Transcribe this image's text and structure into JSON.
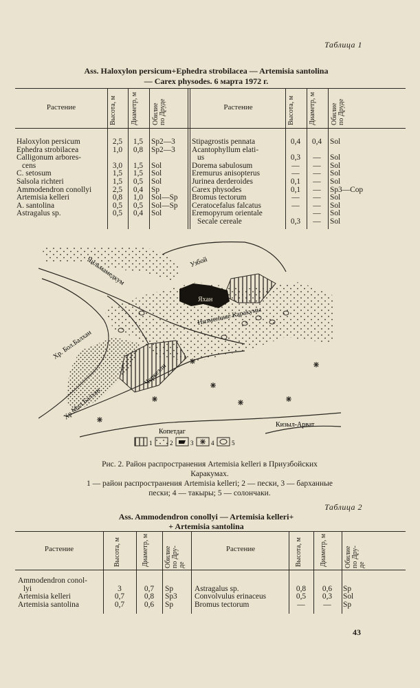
{
  "table1": {
    "label": "Таблица 1",
    "title_line1": "Ass. Haloxylon persicum+Ephedra strobilacea — Artemisia santolina",
    "title_line2": "— Carex physodes. 6 марта 1972 г.",
    "headers": {
      "plant": "Растение",
      "height": [
        "Высота,",
        "м"
      ],
      "diameter": [
        "Диаметр,",
        "м"
      ],
      "abundance": [
        "Обилие",
        "по Друде"
      ]
    },
    "left_rows": [
      {
        "plant": "Haloxylon persicum",
        "h": "2,5",
        "d": "1,5",
        "a": "Sp2—3"
      },
      {
        "plant": "Ephedra strobilacea",
        "h": "1,0",
        "d": "0,8",
        "a": "Sp2—3"
      },
      {
        "plant": "Calligonum arbores-",
        "h": "",
        "d": "",
        "a": ""
      },
      {
        "plant": "cens",
        "h": "3,0",
        "d": "1,5",
        "a": "Sol",
        "indent": true
      },
      {
        "plant": "C. setosum",
        "h": "1,5",
        "d": "1,5",
        "a": "Sol"
      },
      {
        "plant": "Salsola richteri",
        "h": "1,5",
        "d": "0,5",
        "a": "Sol"
      },
      {
        "plant": "Ammodendron conollyi",
        "h": "2,5",
        "d": "0,4",
        "a": "Sp"
      },
      {
        "plant": "Artemisia kelleri",
        "h": "0,8",
        "d": "1,0",
        "a": "Sol—Sp"
      },
      {
        "plant": "A. santolina",
        "h": "0,5",
        "d": "0,5",
        "a": "Sol—Sp"
      },
      {
        "plant": "Astragalus sp.",
        "h": "0,5",
        "d": "0,4",
        "a": "Sol"
      }
    ],
    "right_rows": [
      {
        "plant": "Stipagrostis pennata",
        "h": "0,4",
        "d": "0,4",
        "a": "Sol"
      },
      {
        "plant": "Acantophyllum elati-",
        "h": "",
        "d": "",
        "a": ""
      },
      {
        "plant": "us",
        "h": "0,3",
        "d": "—",
        "a": "Sol",
        "indent": true
      },
      {
        "plant": "Dorema sabulosum",
        "h": "—",
        "d": "—",
        "a": "Sol"
      },
      {
        "plant": "Eremurus anisopterus",
        "h": "—",
        "d": "—",
        "a": "Sol"
      },
      {
        "plant": "Jurinea derderoides",
        "h": "0,1",
        "d": "—",
        "a": "Sol"
      },
      {
        "plant": "Carex physodes",
        "h": "0,1",
        "d": "—",
        "a": "Sp3—Cop"
      },
      {
        "plant": "Bromus tectorum",
        "h": "—",
        "d": "—",
        "a": "Sol"
      },
      {
        "plant": "Ceratocefalus falcatus",
        "h": "—",
        "d": "—",
        "a": "Sol"
      },
      {
        "plant": "Eremopyrum orientale",
        "h": "",
        "d": "—",
        "a": "Sol"
      },
      {
        "plant": "Secale cereale",
        "h": "0,3",
        "d": "—",
        "a": "Sol",
        "indent": true
      }
    ]
  },
  "map": {
    "labels": {
      "uzboy": "Узбой",
      "chilmamedkum": "Чильмамедкум",
      "yakhan": "Яхан",
      "lowland": "Низменные Каракумы",
      "bol_balkhan": "Хр. Бол.Балхан",
      "cherkezli": "Черкезли",
      "mal_balkhan": "Хр.Мал.Балхан",
      "kopetdag": "Копетдаг",
      "kizyl_arvat": "Кизыл-Арват"
    },
    "legend": [
      "1",
      "2",
      "3",
      "4",
      "5"
    ]
  },
  "figure": {
    "caption_line1": "Рис. 2. Район распространения Artemisia kelleri в Приузбойских",
    "caption_line2": "Каракумах.",
    "caption_line3": "1 — район распространения Artemisia kelleri; 2 — пески, 3 — барханные",
    "caption_line4": "пески; 4 — такыры; 5 — солончаки."
  },
  "table2": {
    "label": "Таблица 2",
    "title_line1": "Ass. Ammodendron conollyi — Artemisia kelleri+",
    "title_line2": "+ Artemisia santolina",
    "headers": {
      "plant": "Растение",
      "height": [
        "Высота,",
        "м"
      ],
      "diameter": [
        "Диаметр,",
        "м"
      ],
      "abundance": [
        "Обилие",
        "по Дру-",
        "де"
      ]
    },
    "left_rows": [
      {
        "plant": "Ammodendron conol-",
        "h": "",
        "d": "",
        "a": ""
      },
      {
        "plant": "lyi",
        "h": "3",
        "d": "0,7",
        "a": "Sp",
        "indent": true
      },
      {
        "plant": "Artemisia kelleri",
        "h": "0,7",
        "d": "0,8",
        "a": "Sp3"
      },
      {
        "plant": "Artemisia santolina",
        "h": "0,7",
        "d": "0,6",
        "a": "Sp"
      }
    ],
    "right_rows": [
      {
        "plant": "",
        "h": "",
        "d": "",
        "a": ""
      },
      {
        "plant": "Astragalus sp.",
        "h": "0,8",
        "d": "0,6",
        "a": "Sp"
      },
      {
        "plant": "Convolvulus erinaceus",
        "h": "0,5",
        "d": "0,3",
        "a": "Sol"
      },
      {
        "plant": "Bromus tectorum",
        "h": "—",
        "d": "—",
        "a": "Sp"
      }
    ]
  },
  "page_number": "43"
}
